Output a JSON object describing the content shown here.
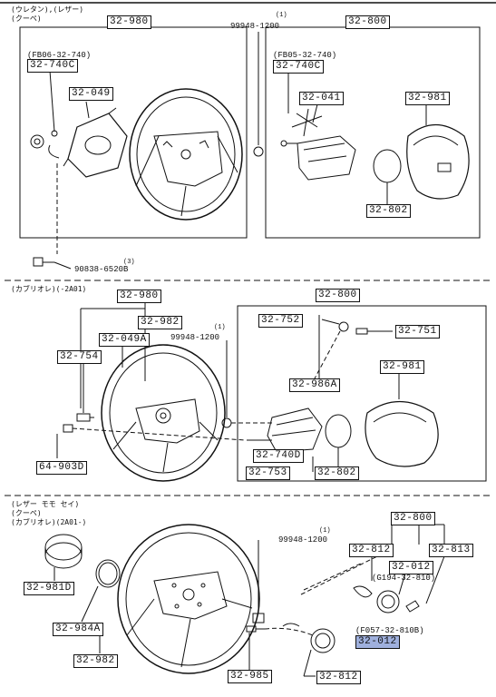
{
  "sections": [
    {
      "notes": [
        "(ウレタン),(レザー)",
        "(クーペ)"
      ]
    },
    {
      "notes": [
        "(カブリオレ)(-2A01)"
      ]
    },
    {
      "notes": [
        "(レザー モモ セイ)",
        "(クーペ)",
        "(カブリオレ)(2A01-)"
      ]
    }
  ],
  "sub_notes": {
    "fb06": "(FB06-32-740)",
    "fb05": "(FB05-32-740)",
    "g194": "(G194-32-810)",
    "f057": "(F057-32-810B)"
  },
  "qty": {
    "one": "(1)",
    "three": "(3)"
  },
  "parts": {
    "s1_980": "32-980",
    "s1_99948": "99948-1200",
    "s1_800": "32-800",
    "s1_740c_a": "32-740C",
    "s1_049": "32-049",
    "s1_740c_b": "32-740C",
    "s1_041": "32-041",
    "s1_981": "32-981",
    "s1_802": "32-802",
    "s1_90838": "90838-6520B",
    "s2_980": "32-980",
    "s2_800": "32-800",
    "s2_982": "32-982",
    "s2_752": "32-752",
    "s2_049a": "32-049A",
    "s2_99948": "99948-1200",
    "s2_751": "32-751",
    "s2_754": "32-754",
    "s2_986a": "32-986A",
    "s2_981": "32-981",
    "s2_740d": "32-740D",
    "s2_753": "32-753",
    "s2_802": "32-802",
    "s2_903": "64-903D",
    "s3_800": "32-800",
    "s3_99948": "99948-1200",
    "s3_812a": "32-812",
    "s3_813": "32-813",
    "s3_012a": "32-012",
    "s3_981d": "32-981D",
    "s3_984a": "32-984A",
    "s3_012b": "32-012",
    "s3_982": "32-982",
    "s3_985": "32-985",
    "s3_812b": "32-812"
  },
  "colors": {
    "highlight": "#9fb0dd",
    "line": "#111111"
  }
}
